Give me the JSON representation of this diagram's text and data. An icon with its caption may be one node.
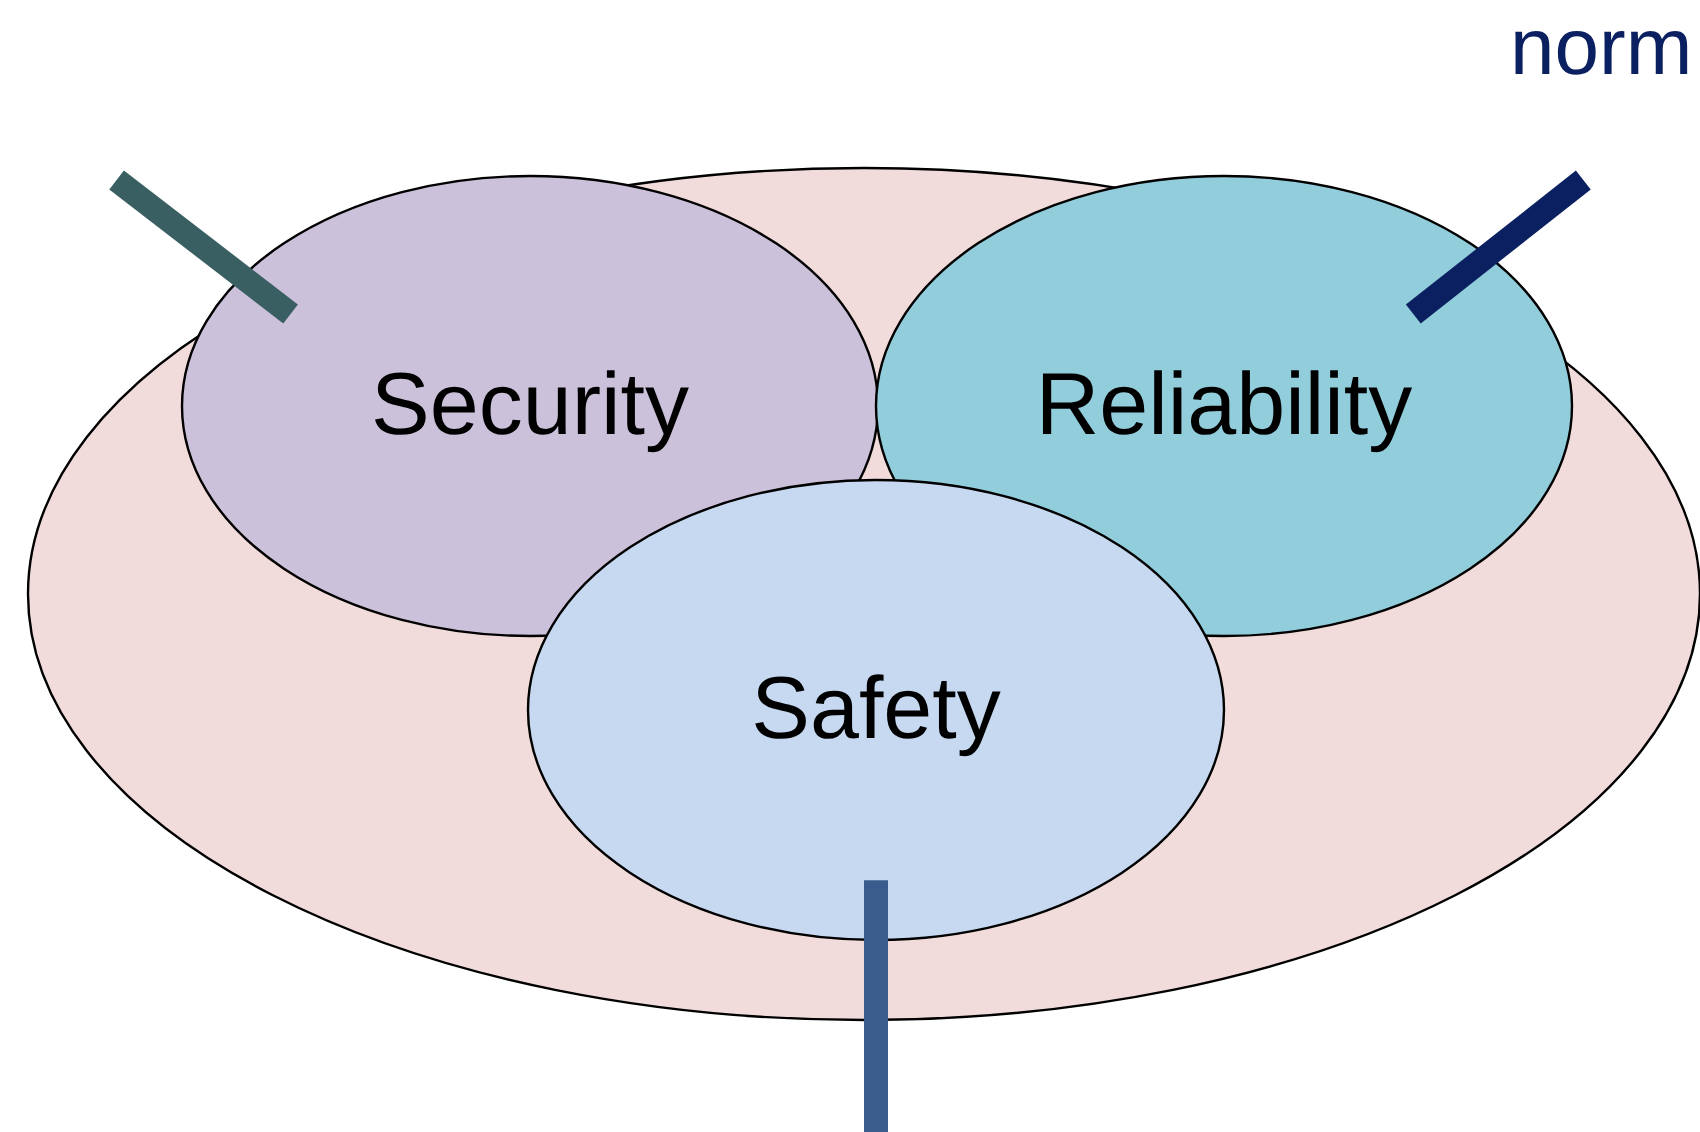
{
  "diagram": {
    "nodes": [
      {
        "text": [],
        "shape": "ellipse"
      },
      {
        "text": [
          "Security"
        ],
        "in": 0
      },
      {
        "text": [
          "Reliability"
        ],
        "in": 0
      },
      {
        "text": [
          "Safety"
        ],
        "in": 0
      }
    ],
    "edges": [
      {
        "from": null,
        "to": 1,
        "arrow": "none",
        "color": "#3a5f63"
      },
      {
        "from": null,
        "to": 2,
        "arrow": "none",
        "color": "#0b2060"
      },
      {
        "from": null,
        "to": 3,
        "arrow": "none",
        "color": "#3a5c8c"
      }
    ],
    "labels": [
      "norm"
    ]
  }
}
